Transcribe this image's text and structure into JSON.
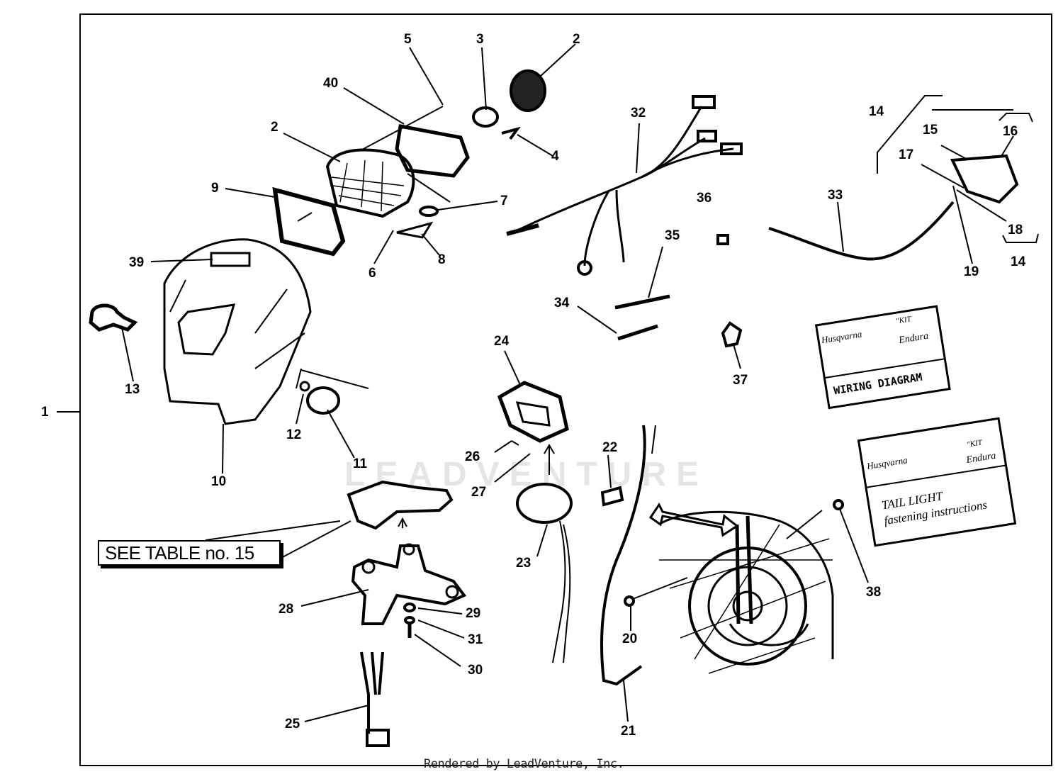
{
  "callouts": [
    "1",
    "2",
    "3",
    "2",
    "4",
    "5",
    "40",
    "9",
    "6",
    "7",
    "8",
    "39",
    "13",
    "10",
    "12",
    "11",
    "32",
    "36",
    "35",
    "34",
    "33",
    "14",
    "15",
    "16",
    "17",
    "18",
    "19",
    "14",
    "37",
    "24",
    "26",
    "27",
    "22",
    "23",
    "28",
    "29",
    "31",
    "30",
    "25",
    "20",
    "21",
    "38"
  ],
  "table_ref": "SEE TABLE no. 15",
  "wiring_card": {
    "brand": "Husqvarna",
    "kit": "\"KIT",
    "model": "Endura",
    "title": "WIRING DIAGRAM"
  },
  "tail_card": {
    "brand": "Husqvarna",
    "kit": "\"KIT",
    "model": "Endura",
    "line1": "TAIL LIGHT",
    "line2": "fastening instructions"
  },
  "watermark": "LEADVENTURE",
  "footer": "Rendered by LeadVenture, Inc."
}
